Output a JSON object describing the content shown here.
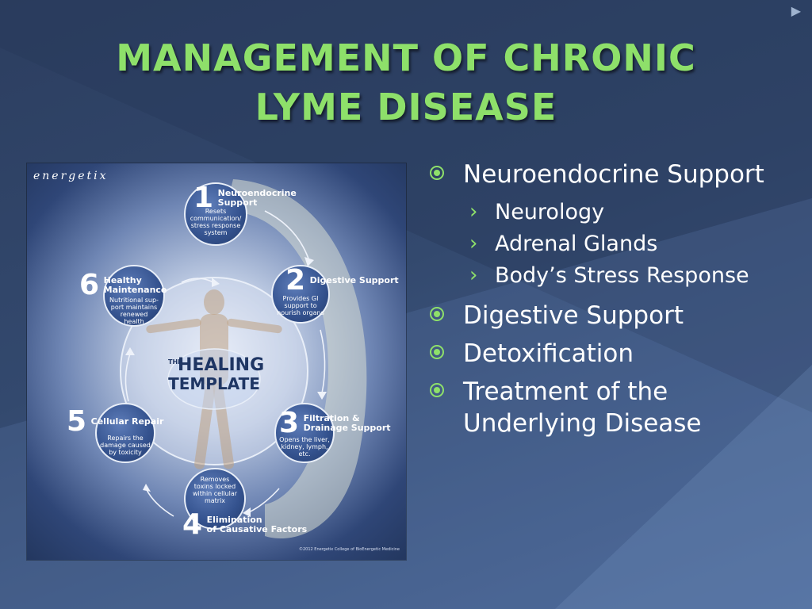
{
  "title": {
    "line1": "MANAGEMENT OF CHRONIC",
    "line2": "LYME DISEASE"
  },
  "figure": {
    "brand": "energetix",
    "center": {
      "the": "THE",
      "line1": "HEALING",
      "line2": "TEMPLATE"
    },
    "nodes": [
      {
        "num": "1",
        "label_line1": "Neuroendocrine",
        "label_line2": "Support",
        "desc": [
          "Resets",
          "communication/",
          "stress response",
          "system"
        ]
      },
      {
        "num": "2",
        "label_line1": "Digestive Support",
        "label_line2": "",
        "desc": [
          "Provides GI",
          "support to",
          "nourish organs"
        ]
      },
      {
        "num": "3",
        "label_line1": "Filtration &",
        "label_line2": "Drainage Support",
        "desc": [
          "Opens the liver,",
          "kidney, lymph,",
          "etc."
        ]
      },
      {
        "num": "4",
        "label_line1": "Elimination",
        "label_line2": "of Causative Factors",
        "desc": [
          "Removes",
          "toxins locked",
          "within cellular",
          "matrix"
        ]
      },
      {
        "num": "5",
        "label_line1": "Cellular Repair",
        "label_line2": "",
        "desc": [
          "Repairs the",
          "damage caused",
          "by toxicity"
        ]
      },
      {
        "num": "6",
        "label_line1": "Healthy",
        "label_line2": "Maintenance",
        "desc": [
          "Nutritional sup-",
          "port maintains",
          "renewed",
          "health"
        ]
      }
    ],
    "copyright": "©2012 Energetix College of BioEnergetic Medicine"
  },
  "bullets": [
    {
      "text": "Neuroendocrine Support",
      "sub": [
        "Neurology",
        "Adrenal Glands",
        "Body’s Stress Response"
      ]
    },
    {
      "text": "Digestive Support",
      "sub": []
    },
    {
      "text": "Detoxification",
      "sub": []
    },
    {
      "text": "Treatment of the Underlying Disease",
      "sub": []
    }
  ],
  "colors": {
    "title": "#8ee06a",
    "bullet_mark": "#8ee06a",
    "background": "#33496e"
  },
  "icons": {
    "bullet": "circled-dot-icon",
    "sub_bullet": "chevron-right-icon",
    "nav": "triangle-right-icon"
  }
}
